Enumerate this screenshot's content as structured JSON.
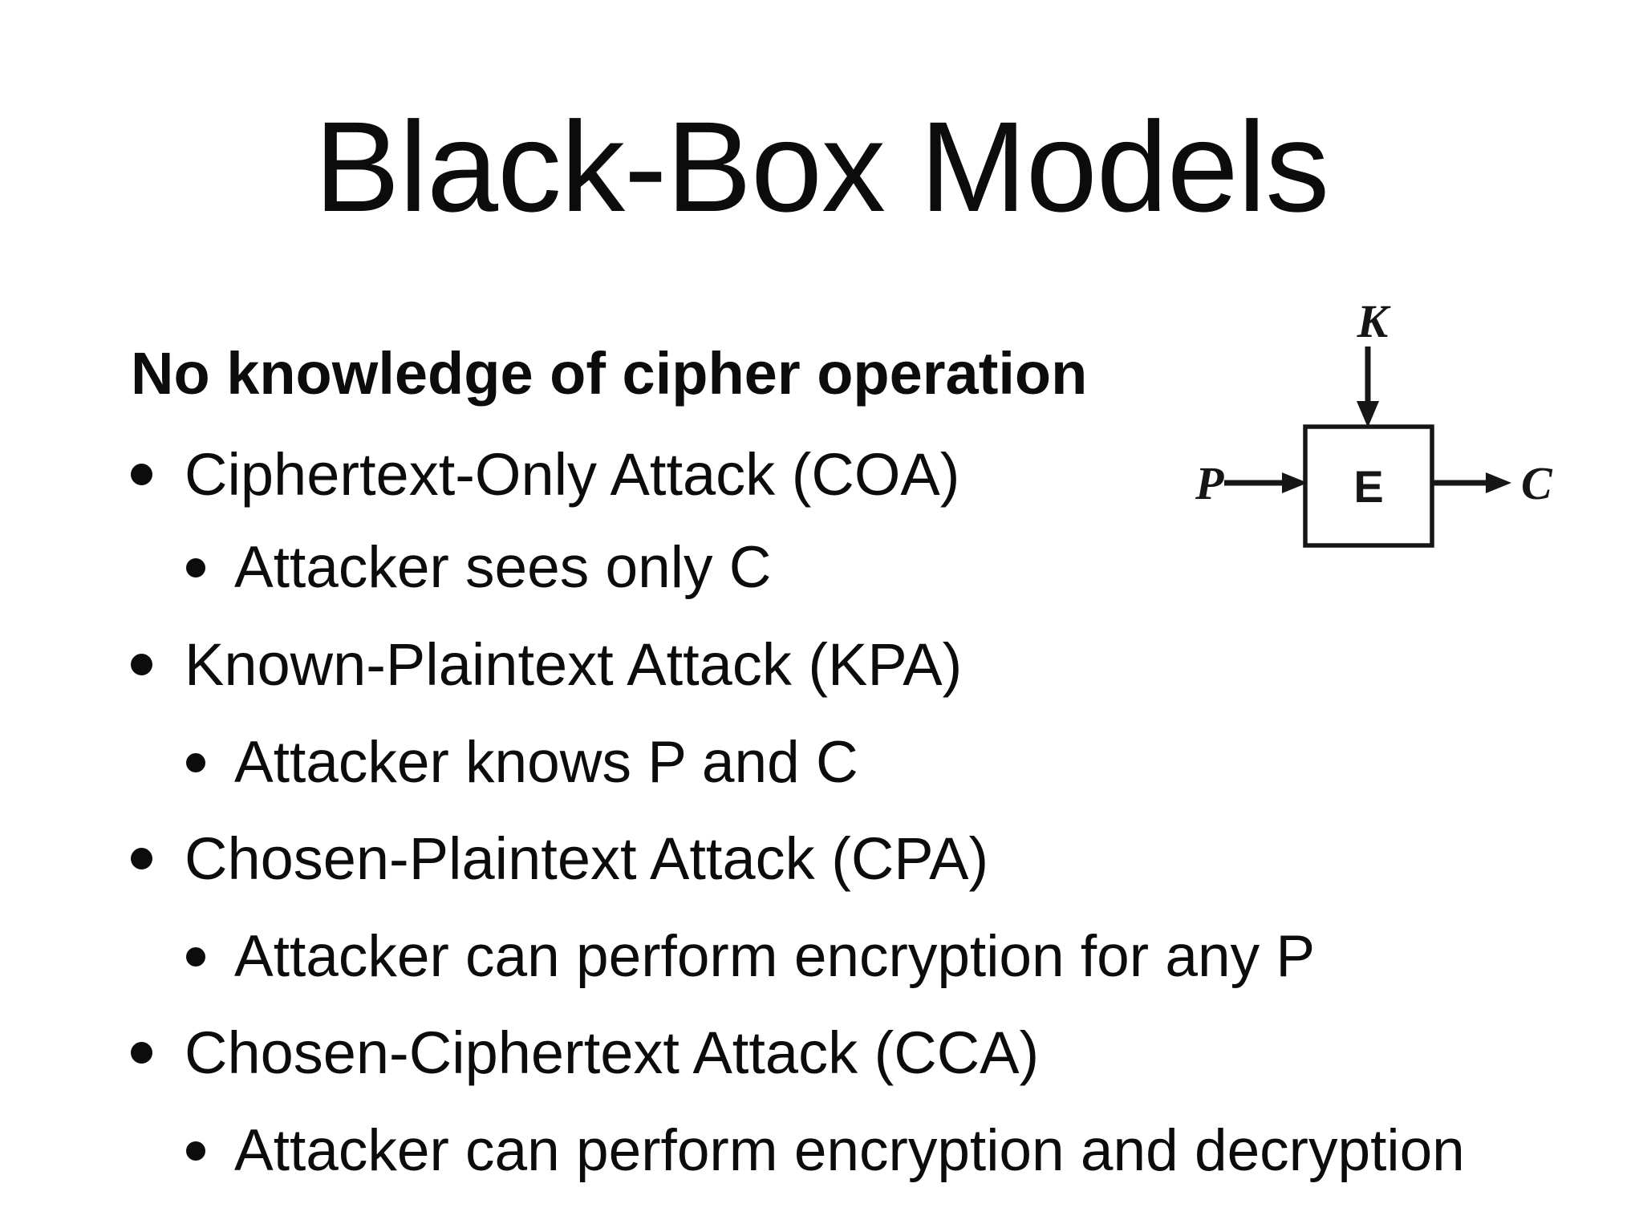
{
  "slide": {
    "title": "Black-Box Models",
    "heading": "No knowledge of cipher operation",
    "bullets": [
      {
        "label": "Ciphertext-Only Attack (COA)",
        "sub": "Attacker sees only C"
      },
      {
        "label": "Known-Plaintext Attack (KPA)",
        "sub": "Attacker knows P and C"
      },
      {
        "label": "Chosen-Plaintext Attack (CPA)",
        "sub": "Attacker can perform encryption for any P"
      },
      {
        "label": "Chosen-Ciphertext Attack (CCA)",
        "sub": "Attacker can perform encryption and decryption"
      }
    ],
    "diagram": {
      "key_label": "K",
      "plaintext_label": "P",
      "cipher_box_label": "E",
      "ciphertext_label": "C",
      "ink_color": "#161616"
    }
  }
}
